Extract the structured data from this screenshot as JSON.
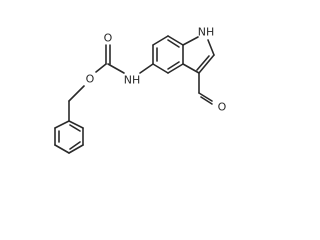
{
  "atoms": {
    "oxygen_carbonyl": "O",
    "oxygen_ester": "O",
    "amide_nitrogen": "NH",
    "indole_nitrogen": "NH",
    "aldehyde_oxygen": "O"
  }
}
